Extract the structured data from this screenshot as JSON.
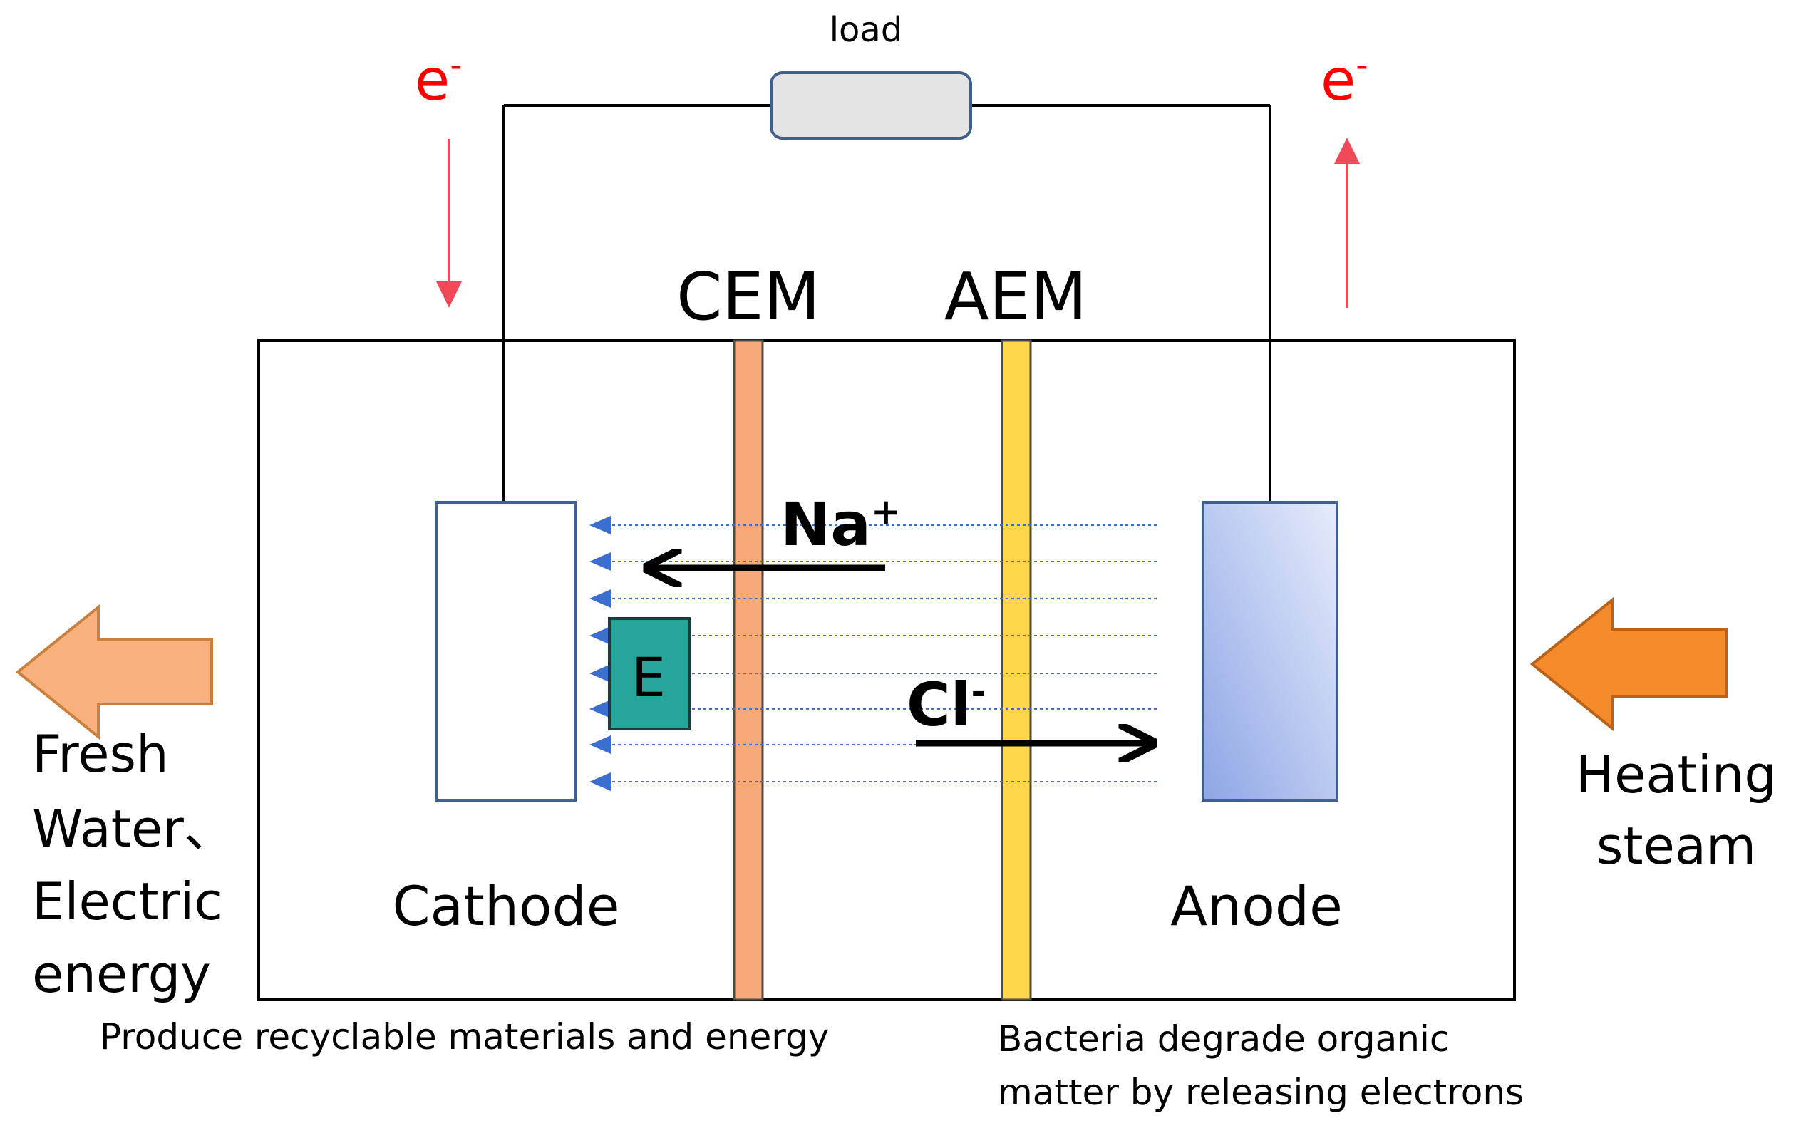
{
  "circuit": {
    "load_label": "load",
    "electron_left": "e",
    "electron_left_sup": "-",
    "electron_right": "e",
    "electron_right_sup": "-"
  },
  "membranes": {
    "cem_label": "CEM",
    "aem_label": "AEM",
    "cem_color": "#f7a97a",
    "aem_color": "#ffd54a"
  },
  "ions": {
    "cation": "Na",
    "cation_sup": "+",
    "anion": "Cl",
    "anion_sup": "-"
  },
  "electrodes": {
    "cathode_label": "Cathode",
    "anode_label": "Anode",
    "e_block_label": "E",
    "e_block_color": "#26a69a",
    "anode_color": "#9fb4ea"
  },
  "outputs": {
    "left_lines": [
      "Fresh",
      "Water、",
      "Electric",
      "energy"
    ],
    "right_lines": [
      "Heating",
      "steam"
    ],
    "left_arrow_color": "#f8b07c",
    "right_arrow_color": "#f58a2a"
  },
  "captions": {
    "cathode_caption": "Produce recyclable materials and energy",
    "anode_caption_1": "Bacteria degrade organic",
    "anode_caption_2": "matter by releasing electrons"
  },
  "colors": {
    "electron_arrow": "#f04a5a",
    "field_arrow": "#3a6fd0"
  }
}
